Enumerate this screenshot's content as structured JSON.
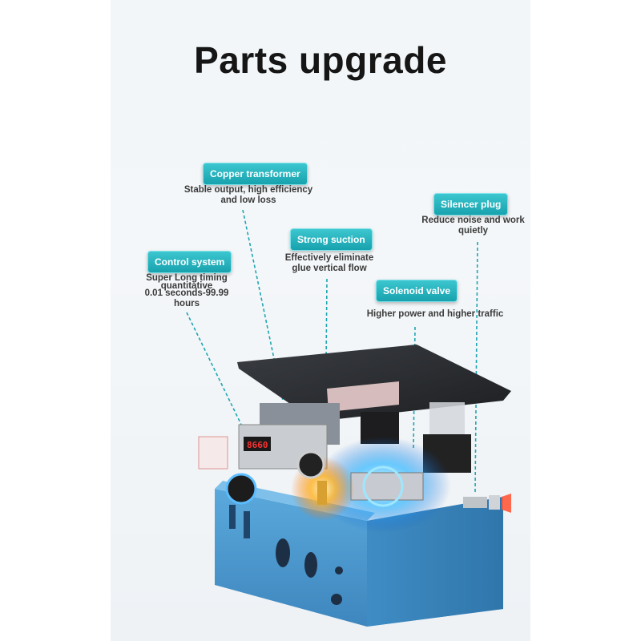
{
  "title": "Parts upgrade",
  "labels": {
    "copper": {
      "name": "Copper transformer",
      "desc1": "Stable output, high efficiency",
      "desc2": "and low loss"
    },
    "silencer": {
      "name": "Silencer plug",
      "desc1": "Reduce noise and work",
      "desc2": "quietly"
    },
    "suction": {
      "name": "Strong suction",
      "desc1": "Effectively eliminate",
      "desc2": "glue vertical flow"
    },
    "control": {
      "name": "Control system",
      "desc1": "Super Long timing",
      "desc2": "quantitative",
      "desc3": "0.01 seconds-99.99",
      "desc4": "hours"
    },
    "solenoid": {
      "name": "Solenoid valve",
      "desc1": "Higher power and higher traffic"
    }
  },
  "display_readout": "8660",
  "colors": {
    "accent": "#1aa6b1",
    "housing": "#4f9fd0",
    "glow": "#2fb6ff"
  }
}
